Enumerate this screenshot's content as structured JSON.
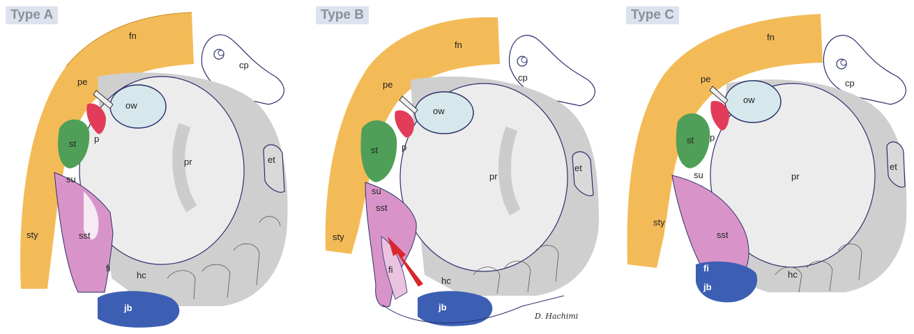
{
  "panels": [
    {
      "id": "A",
      "title": "Type A",
      "signature": ""
    },
    {
      "id": "B",
      "title": "Type B",
      "signature": "D. Hachimi"
    },
    {
      "id": "C",
      "title": "Type C",
      "signature": ""
    }
  ],
  "labels": {
    "fn": "fn",
    "cp": "cp",
    "pe": "pe",
    "ow": "ow",
    "p": "p",
    "st": "st",
    "su": "su",
    "pr": "pr",
    "et": "et",
    "sst": "sst",
    "sty": "sty",
    "fi": "fi",
    "hc": "hc",
    "jb": "jb"
  },
  "colors": {
    "facial_nerve": "#f2b54a",
    "stapes_tendon": "#4f9f58",
    "styloid": "#d894c8",
    "oval_window": "#d6e8ec",
    "pyramid": "#e23c5a",
    "jugular_bulb": "#3c5fb4",
    "arrow": "#d9262c",
    "promontory": "#ececec",
    "hypotympanum": "#c9c9c9",
    "outline": "#2b2f6b"
  }
}
